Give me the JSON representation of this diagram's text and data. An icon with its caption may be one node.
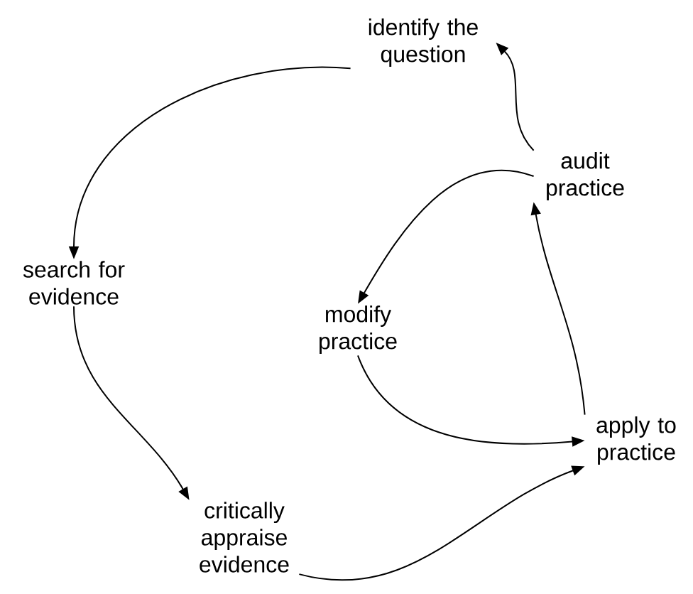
{
  "diagram": {
    "nodes": [
      {
        "text": [
          "identify the question"
        ]
      },
      {
        "text": [
          "audit practice"
        ]
      },
      {
        "text": [
          "search for evidence"
        ]
      },
      {
        "text": [
          "modify practice"
        ]
      },
      {
        "text": [
          "apply to practice"
        ]
      },
      {
        "text": [
          "critically appraise evidence"
        ]
      }
    ],
    "edges": [
      {
        "from": 0,
        "to": 2,
        "arrow": "to"
      },
      {
        "from": 2,
        "to": 5,
        "arrow": "to"
      },
      {
        "from": 5,
        "to": 4,
        "arrow": "to"
      },
      {
        "from": 4,
        "to": 1,
        "arrow": "to"
      },
      {
        "from": 1,
        "to": 0,
        "arrow": "to"
      },
      {
        "from": 1,
        "to": 3,
        "arrow": "to"
      },
      {
        "from": 3,
        "to": 4,
        "arrow": "to"
      }
    ]
  }
}
